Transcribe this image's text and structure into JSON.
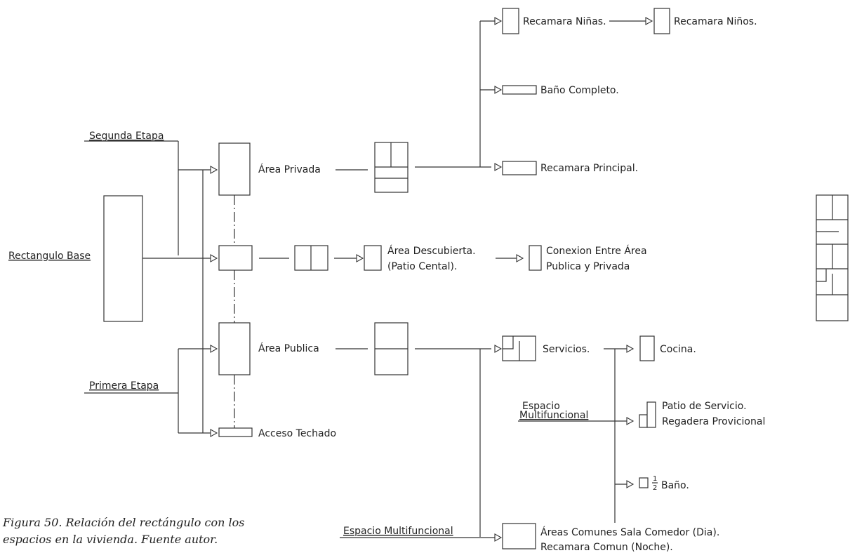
{
  "stages": {
    "segunda": "Segunda Etapa",
    "primera": "Primera Etapa",
    "base": "Rectangulo Base"
  },
  "areas": {
    "privada": "Área Privada",
    "publica": "Área Publica",
    "acceso": "Acceso Techado"
  },
  "private_rooms": {
    "ninas": "Recamara Niñas.",
    "ninos": "Recamara Niños.",
    "bano_completo": "Baño Completo.",
    "principal": "Recamara Principal."
  },
  "patio": {
    "line1": "Área Descubierta.",
    "line2": "(Patio Cental).",
    "conexion1": "Conexion Entre Área",
    "conexion2": "Publica y Privada"
  },
  "public": {
    "servicios": "Servicios.",
    "cocina": "Cocina.",
    "esp_multi_1": "Espacio",
    "esp_multi_2": "Multifuncional",
    "patio_servicio_1": "Patio de Servicio.",
    "patio_servicio_2": "Regadera Provicional",
    "medio_bano_fraction_num": "1",
    "medio_bano_fraction_den": "2",
    "medio_bano": "Baño.",
    "esp_multifuncional": "Espacio Multifuncional",
    "comunes_1": "Áreas Comunes Sala Comedor (Dia).",
    "comunes_2": "Recamara Comun (Noche)."
  },
  "caption": {
    "line1": "Figura 50. Relación del rectángulo con los",
    "line2": "espacios en la vivienda. Fuente autor."
  }
}
